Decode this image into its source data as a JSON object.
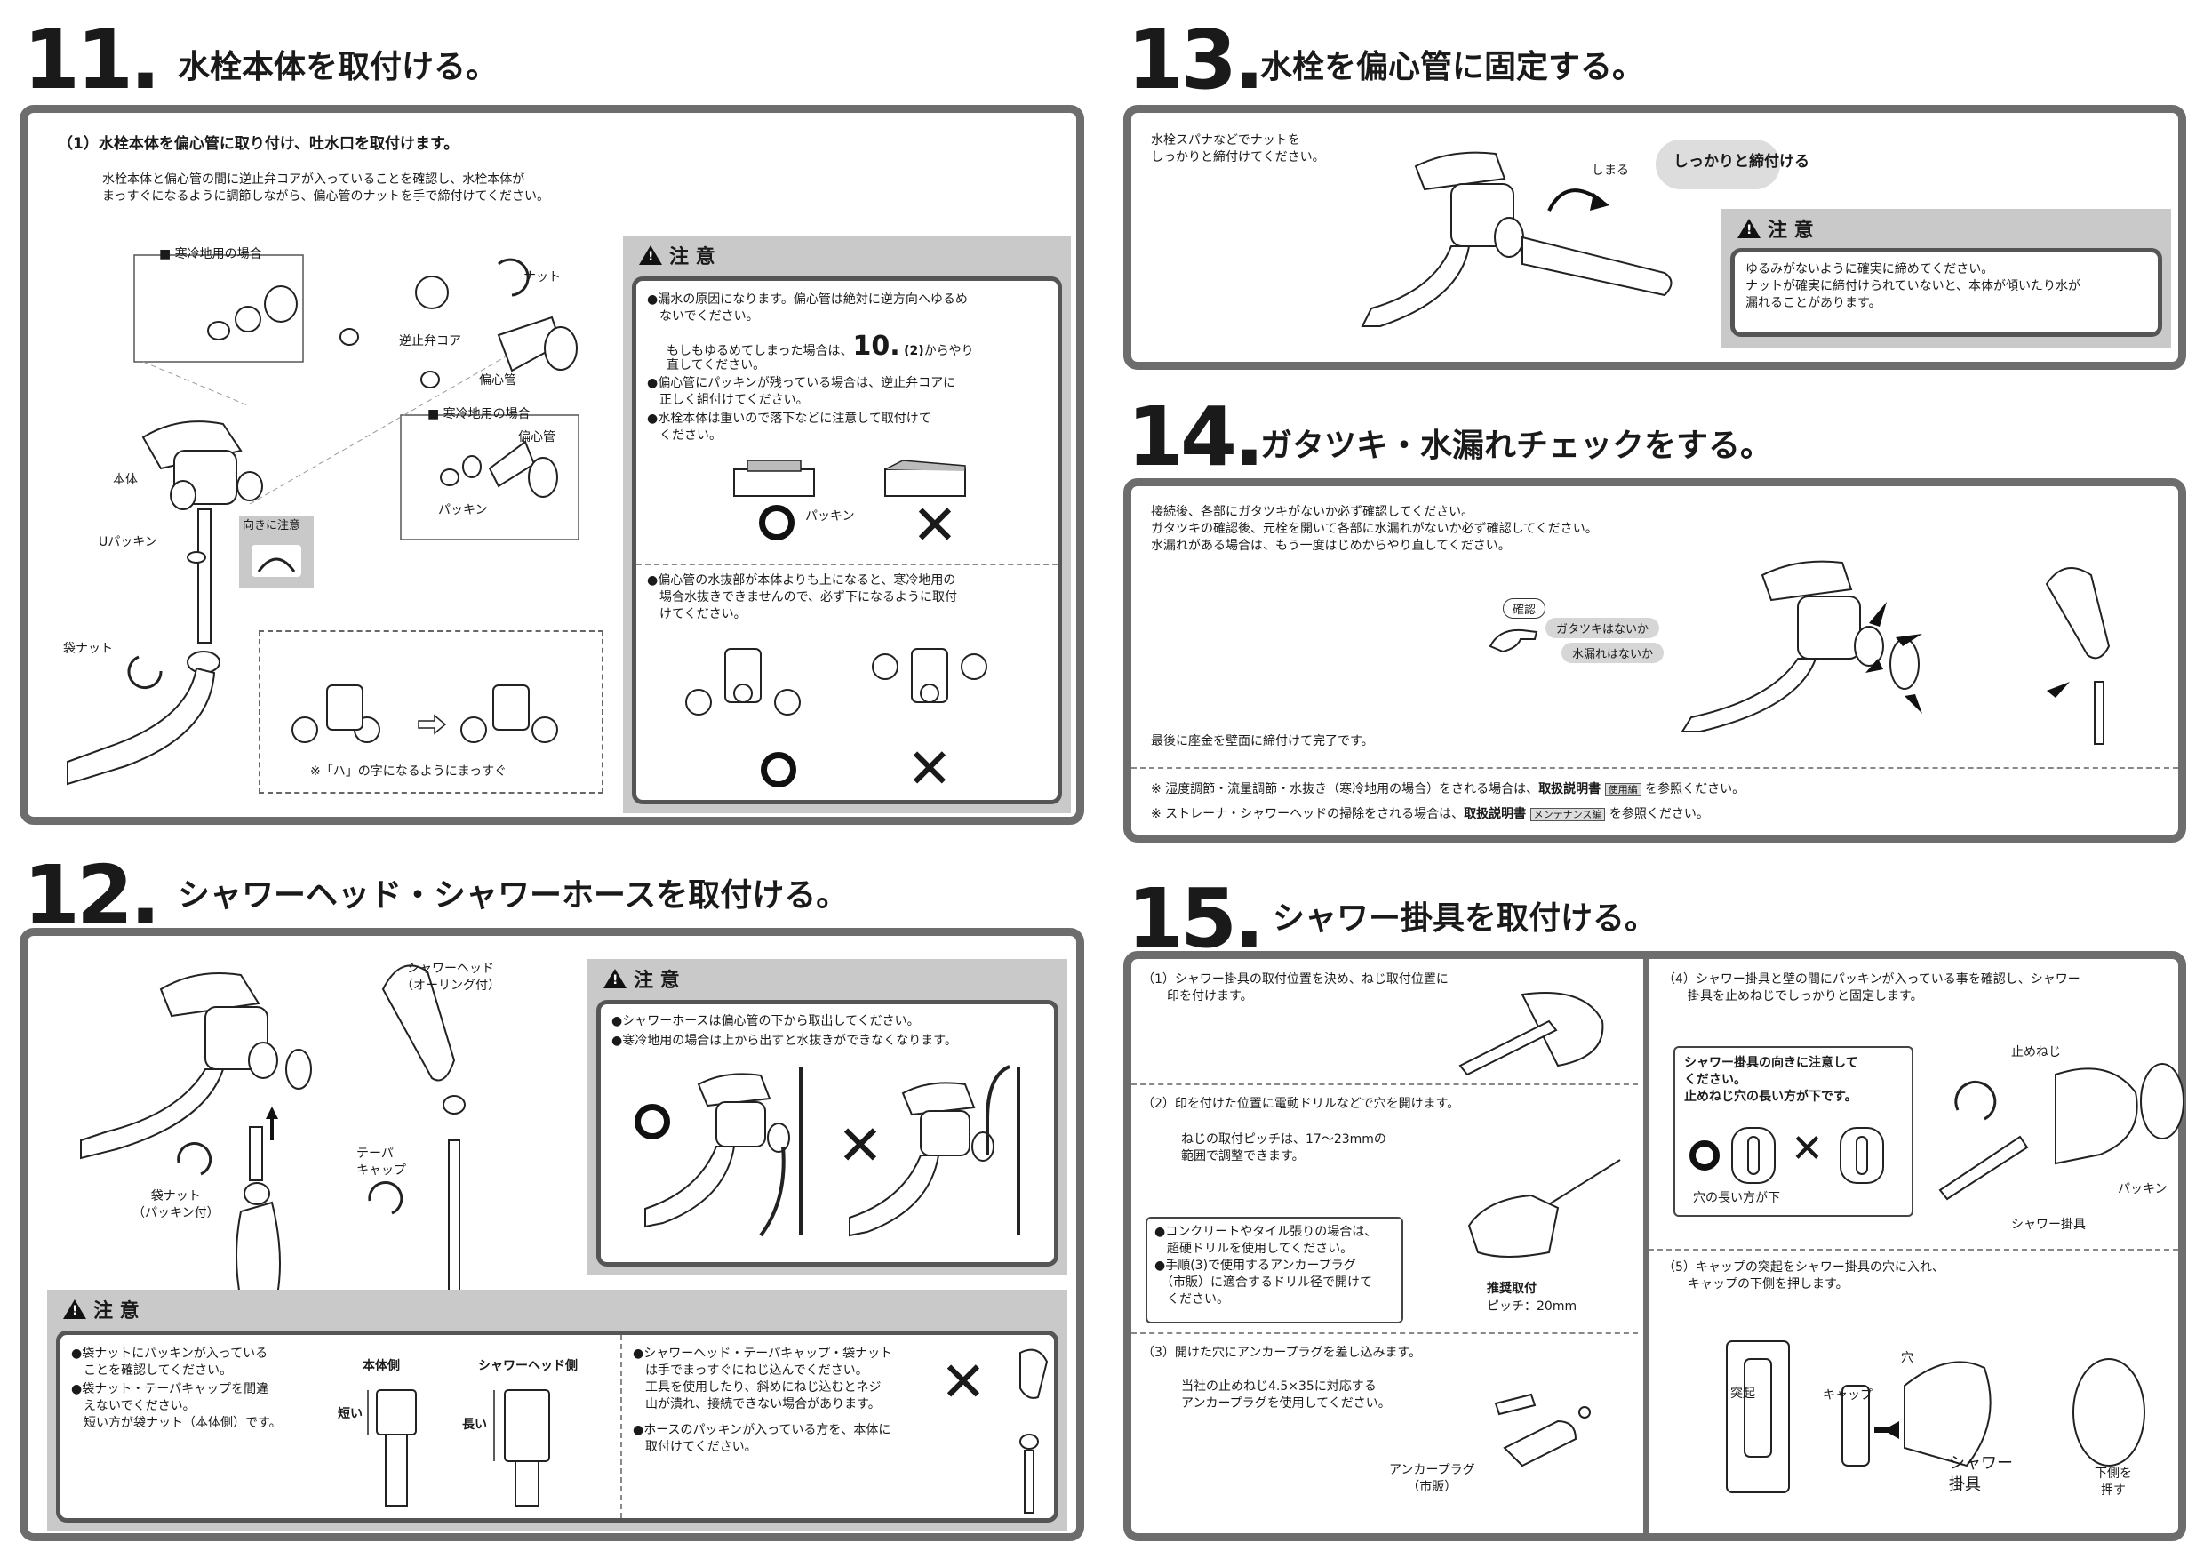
{
  "s11": {
    "num": "11.",
    "title": "水栓本体を取付ける。",
    "sub": "（1）水栓本体を偏心管に取り付け、吐水口を取付けます。",
    "desc": "水栓本体と偏心管の間に逆止弁コアが入っていることを確認し、水栓本体が\nまっすぐになるように調節しながら、偏心管のナットを手で締付けてください。",
    "labels": {
      "cold1": "■ 寒冷地用の場合",
      "cold2": "■ 寒冷地用の場合",
      "nut": "ナット",
      "check": "逆止弁コア",
      "eccentric": "偏心管",
      "eccentric2": "偏心管",
      "body": "本体",
      "packing": "パッキン",
      "upacking": "Uパッキン",
      "direction": "向きに注意",
      "bagnut": "袋ナット",
      "ha": "※「ハ」の字になるようにまっすぐ"
    },
    "caution": {
      "title": "注 意",
      "b1": "●漏水の原因になります。偏心管は絶対に逆方向へゆるめ\n　ないでください。",
      "b1b_pre": "もしもゆるめてしまった場合は、",
      "b1b_ref": "10.",
      "b1b_ref2": "(2)",
      "b1b_post": "からやり",
      "b1c": "直してください。",
      "b2": "●偏心管にパッキンが残っている場合は、逆止弁コアに\n　正しく組付けてください。",
      "b3": "●水栓本体は重いので落下などに注意して取付けて\n　ください。",
      "packing_label": "パッキン",
      "b4": "●偏心管の水抜部が本体よりも上になると、寒冷地用の\n　場合水抜きできませんので、必ず下になるように取付\n　けてください。"
    }
  },
  "s12": {
    "num": "12.",
    "title": "シャワーヘッド・シャワーホースを取付ける。",
    "labels": {
      "showerhead": "シャワーヘッド\n（オーリング付）",
      "taper": "テーパ\nキャップ",
      "bagnut": "袋ナット\n（パッキン付）"
    },
    "caution1": {
      "title": "注 意",
      "b1": "●シャワーホースは偏心管の下から取出してください。",
      "b2": "●寒冷地用の場合は上から出すと水抜きができなくなります。"
    },
    "caution2": {
      "title": "注 意",
      "b1": "●袋ナットにパッキンが入っている\n　ことを確認してください。",
      "b2": "●袋ナット・テーパキャップを間違\n　えないでください。\n　短い方が袋ナット（本体側）です。",
      "h_body": "本体側",
      "h_shower": "シャワーヘッド側",
      "short": "短い",
      "long": "長い",
      "b3": "●シャワーヘッド・テーパキャップ・袋ナット\n　は手でまっすぐにねじ込んでください。\n　工具を使用したり、斜めにねじ込むとネジ\n　山が潰れ、接続できない場合があります。",
      "b4": "●ホースのパッキンが入っている方を、本体に\n　取付けてください。"
    }
  },
  "s13": {
    "num": "13.",
    "title": "水栓を偏心管に固定する。",
    "desc": "水栓スパナなどでナットを\nしっかりと締付けてください。",
    "tighten": "しまる",
    "bubble": "しっかりと締付ける",
    "caution": {
      "title": "注 意",
      "text": "ゆるみがないように確実に締めてください。\nナットが確実に締付けられていないと、本体が傾いたり水が\n漏れることがあります。"
    }
  },
  "s14": {
    "num": "14.",
    "title": "ガタツキ・水漏れチェックをする。",
    "desc": "接続後、各部にガタツキがないか必ず確認してください。\nガタツキの確認後、元栓を開いて各部に水漏れがないか必ず確認してください。\n水漏れがある場合は、もう一度はじめからやり直してください。",
    "check": "確認",
    "q1": "ガタツキはないか",
    "q2": "水漏れはないか",
    "final": "最後に座金を壁面に締付けて完了です。",
    "note1_pre": "※ 湿度調節・流量調節・水抜き（寒冷地用の場合）をされる場合は、",
    "note1_bold": "取扱説明書",
    "note1_box": "使用編",
    "note1_post": "を参照ください。",
    "note2_pre": "※ ストレーナ・シャワーヘッドの掃除をされる場合は、",
    "note2_bold": "取扱説明書",
    "note2_box": "メンテナンス編",
    "note2_post": "を参照ください。"
  },
  "s15": {
    "num": "15.",
    "title": "シャワー掛具を取付ける。",
    "p1": "（1）シャワー掛具の取付位置を決め、ねじ取付位置に\n　　印を付けます。",
    "p2": "（2）印を付けた位置に電動ドリルなどで穴を開けます。",
    "p2b": "ねじの取付ピッチは、17～23mmの\n範囲で調整できます。",
    "p2note": "●コンクリートやタイル張りの場合は、\n　超硬ドリルを使用してください。\n●手順(3)で使用するアンカープラグ\n　（市販）に適合するドリル径で開けて\n　ください。",
    "pitch_title": "推奨取付",
    "pitch_val": "ピッチ：20mm",
    "p3": "（3）開けた穴にアンカープラグを差し込みます。",
    "p3b": "当社の止めねじ4.5×35に対応する\nアンカープラグを使用してください。",
    "anchor": "アンカープラグ\n（市販）",
    "p4": "（4）シャワー掛具と壁の間にパッキンが入っている事を確認し、シャワー\n　　掛具を止めねじでしっかりと固定します。",
    "p4note": "シャワー掛具の向きに注意して\nください。\n止めねじ穴の長い方が下です。",
    "longhole": "穴の長い方が下",
    "screw": "止めねじ",
    "packing": "パッキン",
    "holder": "シャワー掛具",
    "p5": "（5）キャップの突起をシャワー掛具の穴に入れ、\n　　キャップの下側を押します。",
    "bump": "突起",
    "cap": "キャップ",
    "hole": "穴",
    "holder2": "シャワー\n掛具",
    "pushdown": "下側を\n押す"
  }
}
